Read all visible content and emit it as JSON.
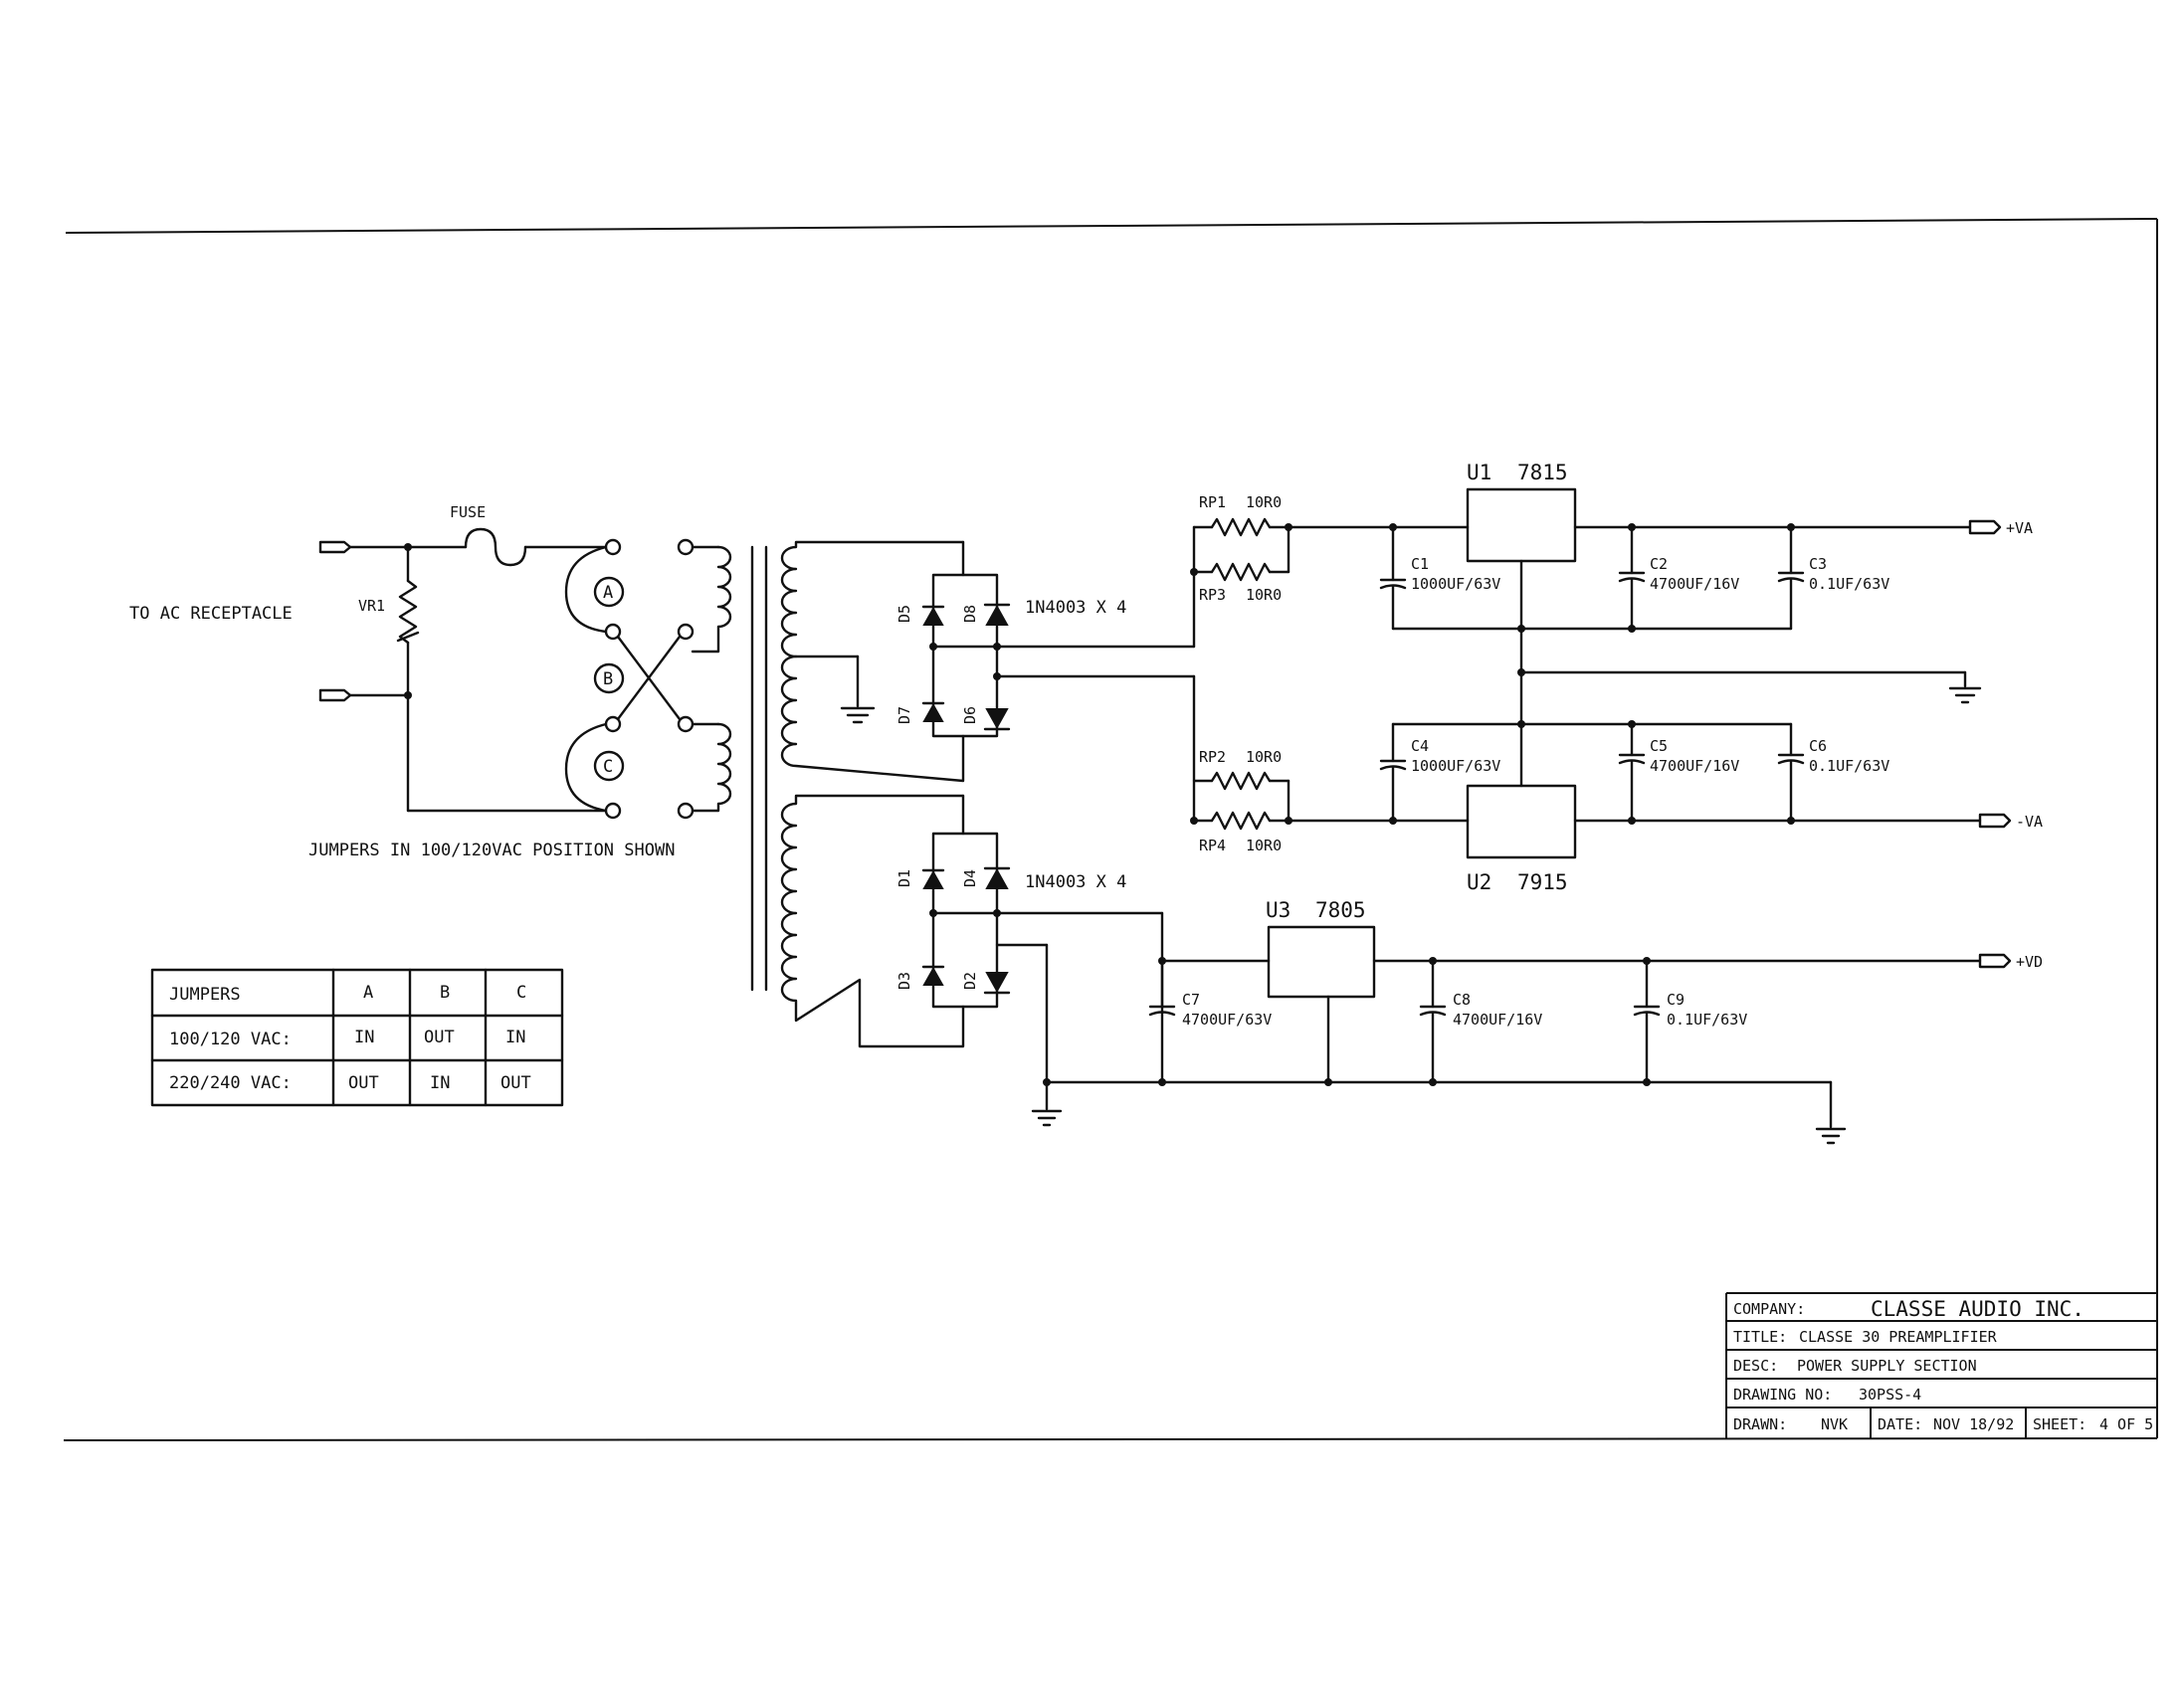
{
  "sheet": {
    "ac_receptacle": "TO AC RECEPTACLE",
    "fuse": "FUSE",
    "vr1": "VR1",
    "jumper_a": "A",
    "jumper_b": "B",
    "jumper_c": "C",
    "jumpers_note": "JUMPERS IN 100/120VAC POSITION SHOWN",
    "diode_note_1": "1N4003 X 4",
    "diode_note_2": "1N4003 X 4",
    "diodes": {
      "d1": "D1",
      "d2": "D2",
      "d3": "D3",
      "d4": "D4",
      "d5": "D5",
      "d6": "D6",
      "d7": "D7",
      "d8": "D8"
    },
    "resistors": {
      "rp1": "RP1",
      "rp1_value": "10R0",
      "rp2": "RP2",
      "rp2_value": "10R0",
      "rp3": "RP3",
      "rp3_value": "10R0",
      "rp4": "RP4",
      "rp4_value": "10R0"
    },
    "regulators": {
      "u1": "U1",
      "u1_part": "7815",
      "u2": "U2",
      "u2_part": "7915",
      "u3": "U3",
      "u3_part": "7805"
    },
    "capacitors": {
      "c1": "C1",
      "c1_value": "1000UF/63V",
      "c2": "C2",
      "c2_value": "4700UF/16V",
      "c3": "C3",
      "c3_value": "0.1UF/63V",
      "c4": "C4",
      "c4_value": "1000UF/63V",
      "c5": "C5",
      "c5_value": "4700UF/16V",
      "c6": "C6",
      "c6_value": "0.1UF/63V",
      "c7": "C7",
      "c7_value": "4700UF/63V",
      "c8": "C8",
      "c8_value": "4700UF/16V",
      "c9": "C9",
      "c9_value": "0.1UF/63V"
    },
    "outputs": {
      "plus_va": "+VA",
      "minus_va": "-VA",
      "plus_vd": "+VD"
    }
  },
  "jumper_table": {
    "headers": [
      "JUMPERS",
      "A",
      "B",
      "C"
    ],
    "rows": [
      [
        "100/120 VAC:",
        "IN",
        "OUT",
        "IN"
      ],
      [
        "220/240 VAC:",
        "OUT",
        "IN",
        "OUT"
      ]
    ]
  },
  "title_block": {
    "company_label": "COMPANY:",
    "company": "CLASSE AUDIO INC.",
    "title_label": "TITLE:",
    "title": "CLASSE 30 PREAMPLIFIER",
    "desc_label": "DESC:",
    "desc": "POWER SUPPLY SECTION",
    "drawing_no_label": "DRAWING NO:",
    "drawing_no": "30PSS-4",
    "drawn_label": "DRAWN:",
    "drawn": "NVK",
    "date_label": "DATE:",
    "date": "NOV 18/92",
    "sheet_label": "SHEET:",
    "sheet": "4 OF 5"
  }
}
